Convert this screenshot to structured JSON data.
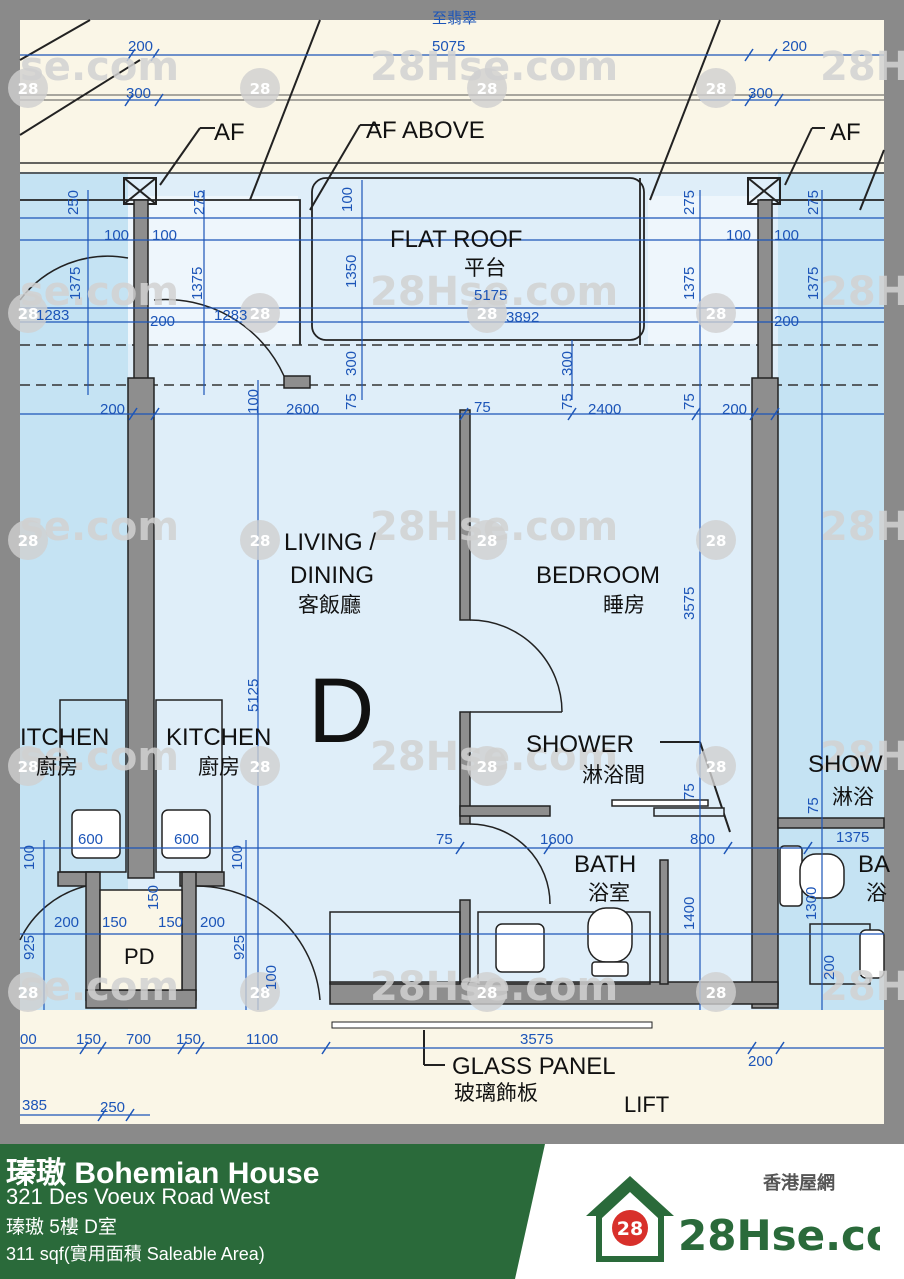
{
  "floorplan": {
    "unit_letter": "D",
    "rooms": {
      "flat_roof_en": "FLAT ROOF",
      "flat_roof_zh": "平台",
      "living_line1": "LIVING /",
      "living_line2": "DINING",
      "living_zh": "客飯廳",
      "bedroom_en": "BEDROOM",
      "bedroom_zh": "睡房",
      "shower_en": "SHOWER",
      "shower_zh": "淋浴間",
      "bath_en": "BATH",
      "bath_zh": "浴室",
      "kitchen_en": "KITCHEN",
      "kitchen_zh": "廚房",
      "kitchen_left_en": "ITCHEN",
      "kitchen_left_zh": "廚房",
      "shower_right_en": "SHOW",
      "shower_right_zh": "淋浴",
      "bath_right_en": "BA",
      "bath_right_zh": "浴",
      "pd": "PD",
      "glass_panel_en": "GLASS PANEL",
      "glass_panel_zh": "玻璃飾板",
      "lift": "LIFT",
      "af_left": "AF",
      "af_above": "AF ABOVE",
      "af_right": "AF"
    },
    "dimensions": {
      "d200_top_left": "200",
      "d5075": "5075",
      "d200_top_right": "200",
      "d300_left": "300",
      "d300_right": "300",
      "d250": "250",
      "d275_a": "275",
      "d100_v_a": "100",
      "d275_b": "275",
      "d275_c": "275",
      "d100_a": "100",
      "d100_b": "100",
      "d100_c": "100",
      "d100_d": "100",
      "d1375_a": "1375",
      "d1375_b": "1375",
      "d1350": "1350",
      "d1375_c": "1375",
      "d1375_d": "1375",
      "d5175": "5175",
      "d1283_a": "1283",
      "d200_mid_a": "200",
      "d1283_b": "1283",
      "d3892": "3892",
      "d200_mid_b": "200",
      "d300_v_a": "300",
      "d300_v_b": "300",
      "d200_a": "200",
      "d100_v_b": "100",
      "d2600": "2600",
      "d75_a": "75",
      "d75_b": "75",
      "d75_c": "75",
      "d2400": "2400",
      "d75_d": "75",
      "d200_b": "200",
      "d3575_v": "3575",
      "d5125": "5125",
      "d600_a": "600",
      "d600_b": "600",
      "d75_e": "75",
      "d1600": "1600",
      "d800": "800",
      "d75_f": "75",
      "d75_g": "75",
      "d1375_e": "1375",
      "d100_v_c": "100",
      "d100_v_d": "100",
      "d200_c": "200",
      "d150_a": "150",
      "d150_b": "150",
      "d150_c": "150",
      "d200_d": "200",
      "d925_a": "925",
      "d925_b": "925",
      "d1400": "1400",
      "d1300": "1300",
      "d200_v": "200",
      "d100_v_e": "100",
      "d00": "00",
      "d150_d": "150",
      "d700": "700",
      "d150_e": "150",
      "d1100": "1100",
      "d3575_h": "3575",
      "d200_e": "200",
      "d385": "385",
      "d250_b": "250",
      "cut_top": "至翡翠"
    },
    "watermark_text": "28Hse.com",
    "watermark_partial": "se.com",
    "watermark_badge": "28"
  },
  "footer": {
    "title": "瑧璈 Bohemian House",
    "address": "321 Des Voeux Road West",
    "unit": "瑧璈 5樓 D室",
    "area": "311 sqf(實用面積 Saleable Area)",
    "brand_tagline": "香港屋網",
    "brand_name": "28Hse.com",
    "brand_badge": "28"
  },
  "colors": {
    "frame": "#8a8a8a",
    "paper": "#faf6e7",
    "room_fill": "#dfeef9",
    "side_fill": "#bfe0f2",
    "wall": "#8e8e8e",
    "dimension": "#1c55b8",
    "footer_green": "#2a6a3a",
    "brand_red": "#d8302b"
  }
}
